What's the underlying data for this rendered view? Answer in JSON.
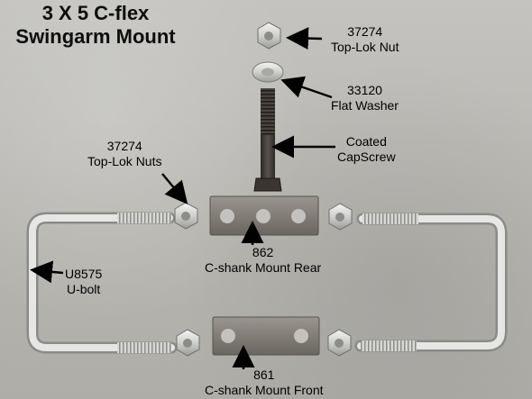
{
  "title": {
    "line1": "3 X 5 C-flex",
    "line2": "Swingarm Mount"
  },
  "labels": {
    "top_nut": {
      "part": "37274",
      "name": "Top-Lok Nut"
    },
    "washer": {
      "part": "33120",
      "name": "Flat Washer"
    },
    "capscrew": {
      "line1": "Coated",
      "line2": "CapScrew"
    },
    "side_nuts": {
      "part": "37274",
      "name": "Top-Lok Nuts"
    },
    "ubolt": {
      "part": "U8575",
      "name": "U-bolt"
    },
    "rear_mount": {
      "part": "862",
      "name": "C-shank Mount Rear"
    },
    "front_mount": {
      "part": "861",
      "name": "C-shank Mount Front"
    }
  }
}
